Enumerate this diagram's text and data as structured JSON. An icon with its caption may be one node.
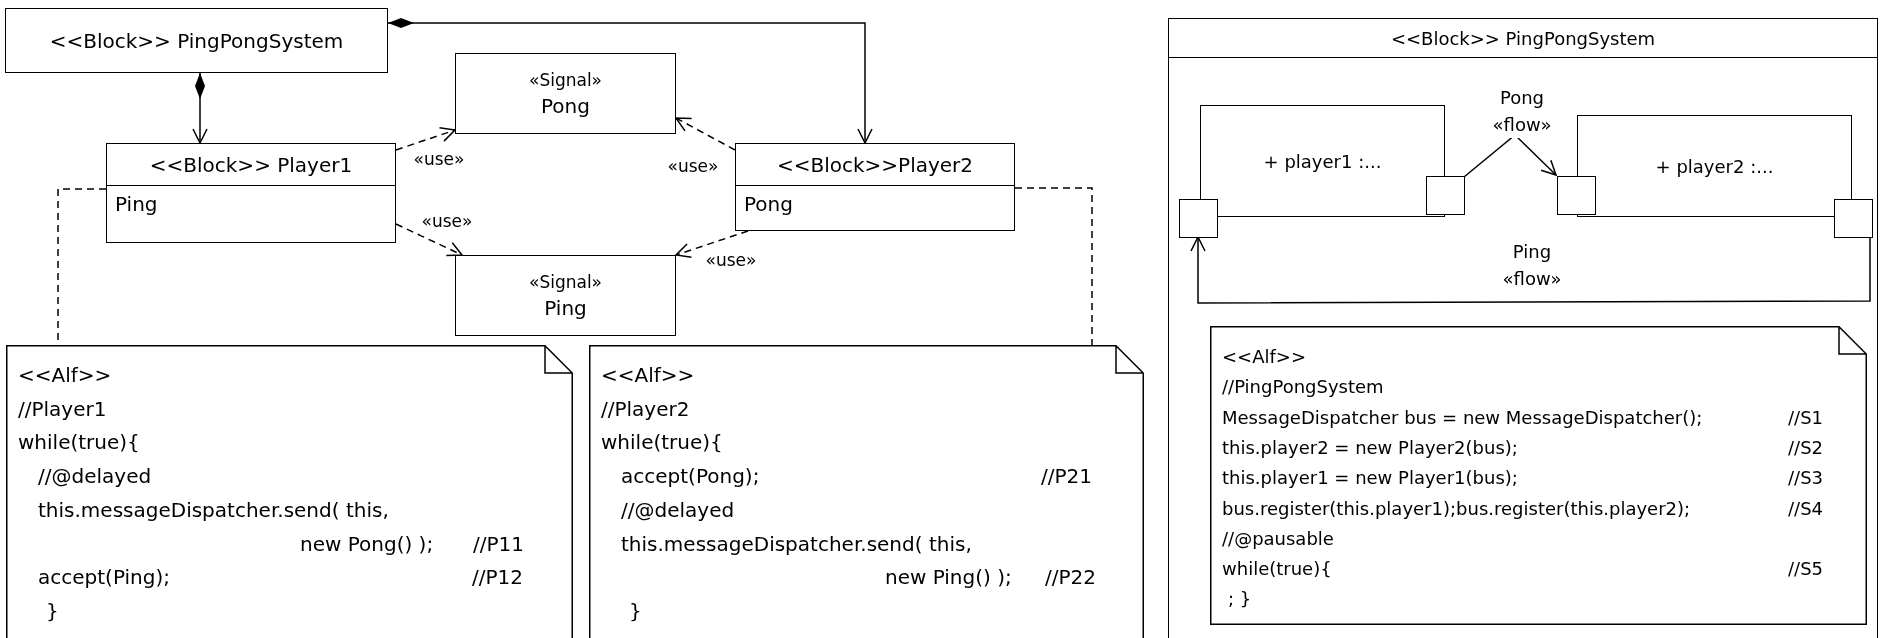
{
  "diagram": {
    "nodes": [
      {
        "text": [
          "<<Block>> PingPongSystem"
        ]
      },
      {
        "text": [
          "«Signal»",
          "Pong"
        ]
      },
      {
        "text": [
          "<<Block>> Player1",
          "Ping"
        ]
      },
      {
        "text": [
          "<<Block>>Player2",
          "Pong"
        ]
      },
      {
        "text": [
          "«Signal»",
          "Ping"
        ]
      },
      {
        "text": [
          "<<Alf>>",
          "//Player1",
          "while(true){",
          "//@delayed",
          "this.messageDispatcher.send( this,",
          "new Pong() );",
          "//P11",
          "accept(Ping);",
          "//P12",
          "}"
        ]
      },
      {
        "text": [
          "<<Alf>>",
          "//Player2",
          "while(true){",
          "accept(Pong);",
          "//P21",
          "//@delayed",
          "this.messageDispatcher.send( this,",
          "new Ping() );",
          "//P22",
          "}"
        ]
      },
      {
        "text": [
          "<<Block>> PingPongSystem"
        ]
      },
      {
        "text": [
          "+ player1 :..."
        ],
        "in": 7
      },
      {
        "text": [
          "+ player2 :..."
        ],
        "in": 7
      },
      {
        "text": [],
        "shape": "box",
        "in": 7
      },
      {
        "text": [],
        "shape": "box",
        "in": 7
      },
      {
        "text": [],
        "shape": "box",
        "in": 7
      },
      {
        "text": [],
        "shape": "box",
        "in": 7
      },
      {
        "text": [
          "<<Alf>>",
          "//PingPongSystem",
          "MessageDispatcher bus = new MessageDispatcher();",
          "//S1",
          "this.player2 = new Player2(bus);",
          "//S2",
          "this.player1 = new Player1(bus);",
          "//S3",
          "bus.register(this.player1);bus.register(this.player2);",
          "//S4",
          "//@pausable",
          "while(true){",
          "//S5",
          "; }"
        ],
        "in": 7
      }
    ],
    "edges": [
      {
        "from": 0,
        "to": 2,
        "arrow": "to"
      },
      {
        "from": 0,
        "to": 3,
        "arrow": "to"
      },
      {
        "from": 2,
        "to": 1,
        "arrow": "to",
        "label": "«use»",
        "style": "dashed"
      },
      {
        "from": 3,
        "to": 1,
        "arrow": "to",
        "label": "«use»",
        "style": "dashed"
      },
      {
        "from": 2,
        "to": 4,
        "arrow": "to",
        "label": "«use»",
        "style": "dashed"
      },
      {
        "from": 3,
        "to": 4,
        "arrow": "to",
        "label": "«use»",
        "style": "dashed"
      },
      {
        "from": 2,
        "to": 5,
        "arrow": "none",
        "style": "dashed"
      },
      {
        "from": 3,
        "to": 6,
        "arrow": "none",
        "style": "dashed"
      },
      {
        "from": 11,
        "to": 12,
        "arrow": "to",
        "label": "Pong «flow»"
      },
      {
        "from": 13,
        "to": 10,
        "arrow": "to",
        "label": "Ping «flow»"
      }
    ]
  }
}
